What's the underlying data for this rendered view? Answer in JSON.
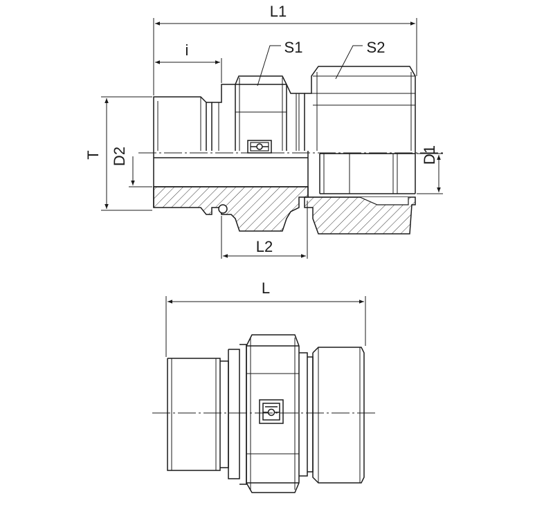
{
  "labels": {
    "L1": "L1",
    "i": "i",
    "S1": "S1",
    "S2": "S2",
    "T": "T",
    "D2": "D2",
    "D1": "D1",
    "L2": "L2",
    "L": "L"
  },
  "colors": {
    "line": "#1a1a1a",
    "hatch": "#333333",
    "background": "#ffffff"
  },
  "icons": {
    "logo": "manufacturer-logo-icon"
  }
}
